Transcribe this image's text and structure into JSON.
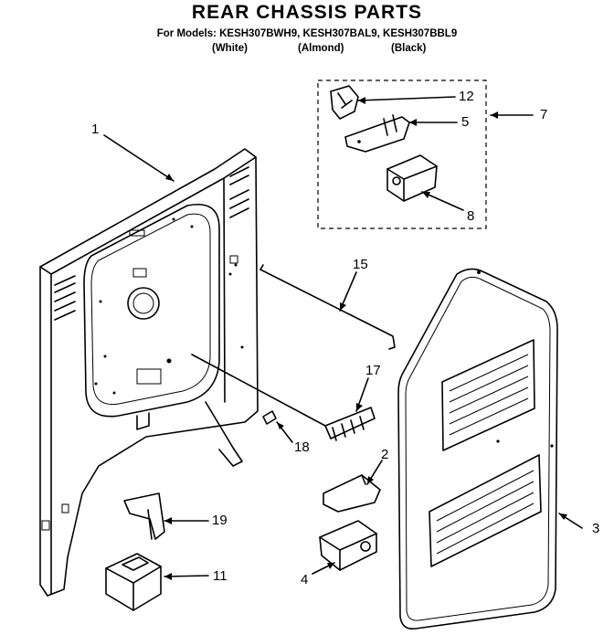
{
  "header": {
    "title": "REAR CHASSIS PARTS",
    "models": "For Models: KESH307BWH9, KESH307BAL9, KESH307BBL9",
    "colors": [
      "(White)",
      "(Almond)",
      "(Black)"
    ]
  },
  "callouts": [
    "1",
    "12",
    "5",
    "7",
    "8",
    "15",
    "17",
    "18",
    "2",
    "3",
    "19",
    "11",
    "4"
  ]
}
